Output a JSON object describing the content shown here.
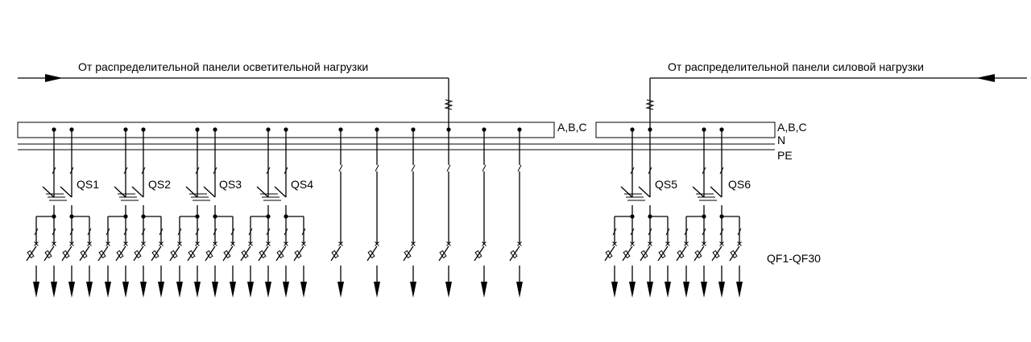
{
  "captions": {
    "left_feed": "От распределительной панели осветительной нагрузки",
    "right_feed": "От распределительной панели силовой нагрузки"
  },
  "bus_labels": {
    "abc_left": "A,B,C",
    "abc_right": "A,B,C",
    "n": "N",
    "pe": "PE"
  },
  "switches": [
    "QS1",
    "QS2",
    "QS3",
    "QS4",
    "QS5",
    "QS6"
  ],
  "breakers_label": "QF1-QF30"
}
